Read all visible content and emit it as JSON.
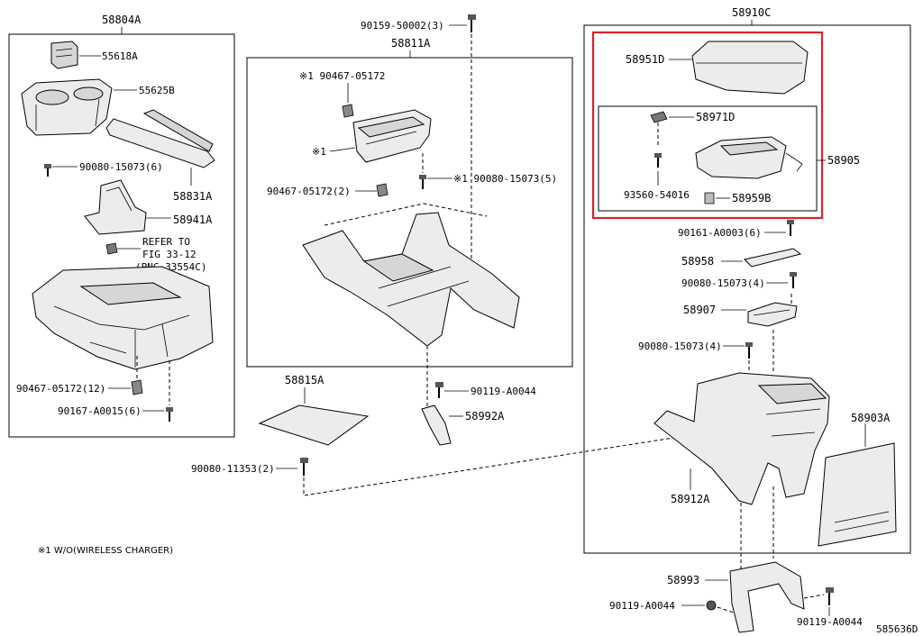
{
  "colors": {
    "highlight": "#d9232e"
  },
  "groups": {
    "g58804A": "58804A",
    "g58811A": "58811A",
    "g58910C": "58910C"
  },
  "labels": {
    "p55618A": "55618A",
    "p55625B": "55625B",
    "p90080_15073_6": "90080-15073(6)",
    "p58831A": "58831A",
    "p58941A": "58941A",
    "refer1": "REFER TO",
    "refer2": "FIG 33-12",
    "refer3": "(PNC 33554C)",
    "p90467_05172_12": "90467-05172(12)",
    "p90167_A0015_6": "90167-A0015(6)",
    "p90159_50002_3": "90159-50002(3)",
    "p90467_05172_mark": "※1 90467-05172",
    "mark1": "※1",
    "p90080_15073_5": "※1 90080-15073(5)",
    "p90467_05172_2": "90467-05172(2)",
    "p58815A": "58815A",
    "p90119_A0044_a": "90119-A0044",
    "p58992A": "58992A",
    "p90080_11353_2": "90080-11353(2)",
    "p58951D": "58951D",
    "p58971D": "58971D",
    "p58905": "58905",
    "p93560_54016": "93560-54016",
    "p58959B": "58959B",
    "p90161_A0003_6": "90161-A0003(6)",
    "p58958": "58958",
    "p90080_15073_4a": "90080-15073(4)",
    "p58907": "58907",
    "p90080_15073_4b": "90080-15073(4)",
    "p58903A": "58903A",
    "p58912A": "58912A",
    "p58993": "58993",
    "p90119_A0044_b": "90119-A0044",
    "p90119_A0044_c": "90119-A0044",
    "footnote": "※1 W/O(WIRELESS CHARGER)",
    "diagram_id": "585636D"
  },
  "icons": [
    "clip-icon",
    "bolt-icon",
    "screw-icon"
  ]
}
